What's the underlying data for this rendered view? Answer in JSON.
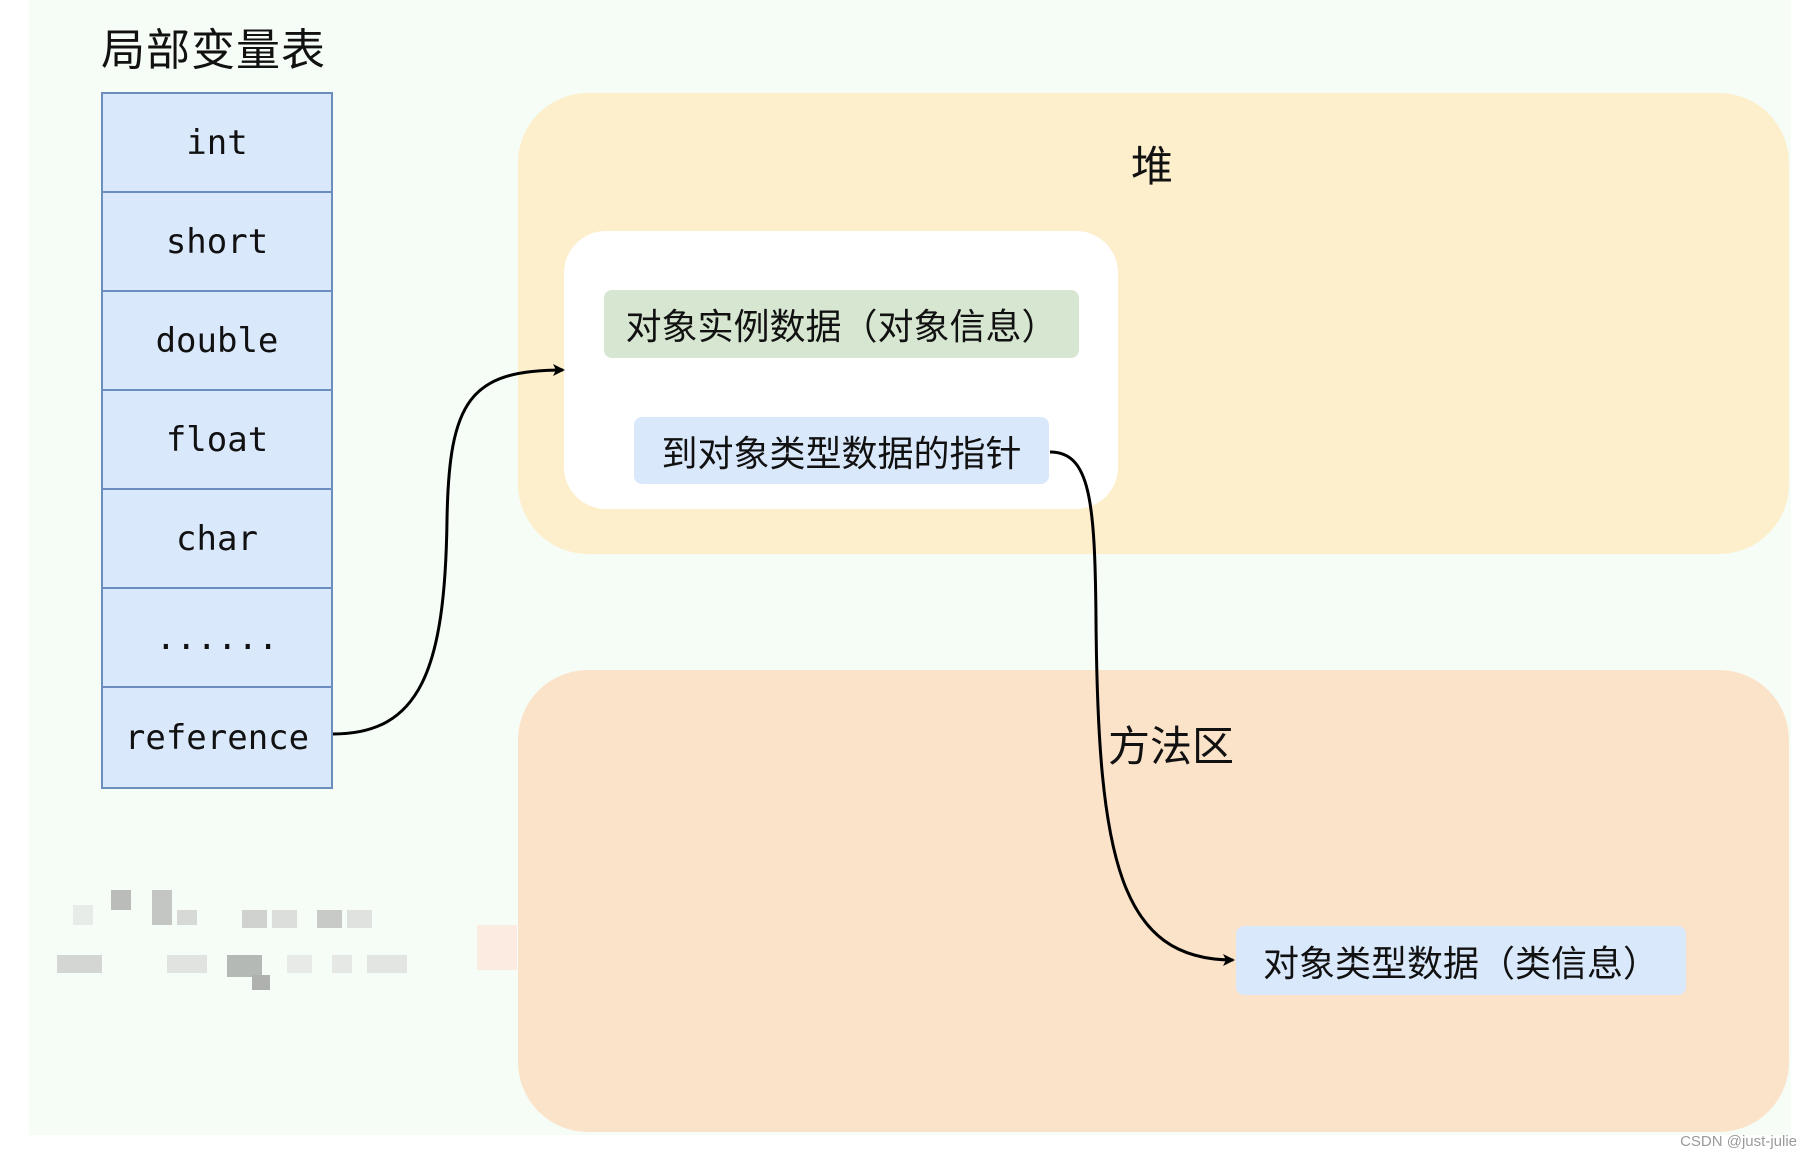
{
  "local_variable_table": {
    "title": "局部变量表",
    "slots": [
      "int",
      "short",
      "double",
      "float",
      "char",
      "......",
      "reference"
    ]
  },
  "heap": {
    "label": "堆",
    "object": {
      "instance_data": "对象实例数据（对象信息）",
      "type_pointer": "到对象类型数据的指针"
    }
  },
  "method_area": {
    "label": "方法区",
    "type_data": "对象类型数据（类信息）"
  },
  "watermark": "CSDN @just-julie",
  "colors": {
    "canvas": "#f6fcf6",
    "slot_fill": "#dae8fc",
    "slot_border": "#6c8ebf",
    "heap": "#fdefcc",
    "method_area": "#fbe3c9",
    "instance_data": "#d6e6d1",
    "type_pointer": "#dae8fc",
    "arrow": "#000000"
  }
}
